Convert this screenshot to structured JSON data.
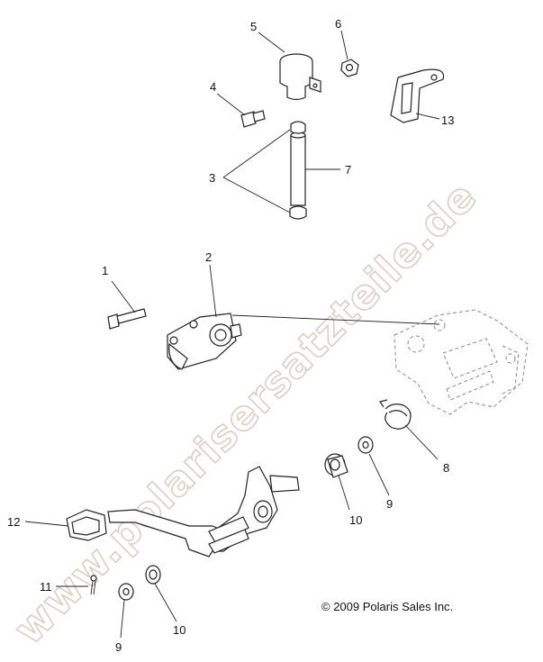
{
  "watermark": "www.polarisersatzteile.de",
  "copyright": "© 2009 Polaris Sales Inc.",
  "callouts": {
    "c1": "1",
    "c2": "2",
    "c3": "3",
    "c4": "4",
    "c5": "5",
    "c6": "6",
    "c7": "7",
    "c8": "8",
    "c9a": "9",
    "c9b": "9",
    "c10a": "10",
    "c10b": "10",
    "c11": "11",
    "c12": "12",
    "c13": "13"
  }
}
